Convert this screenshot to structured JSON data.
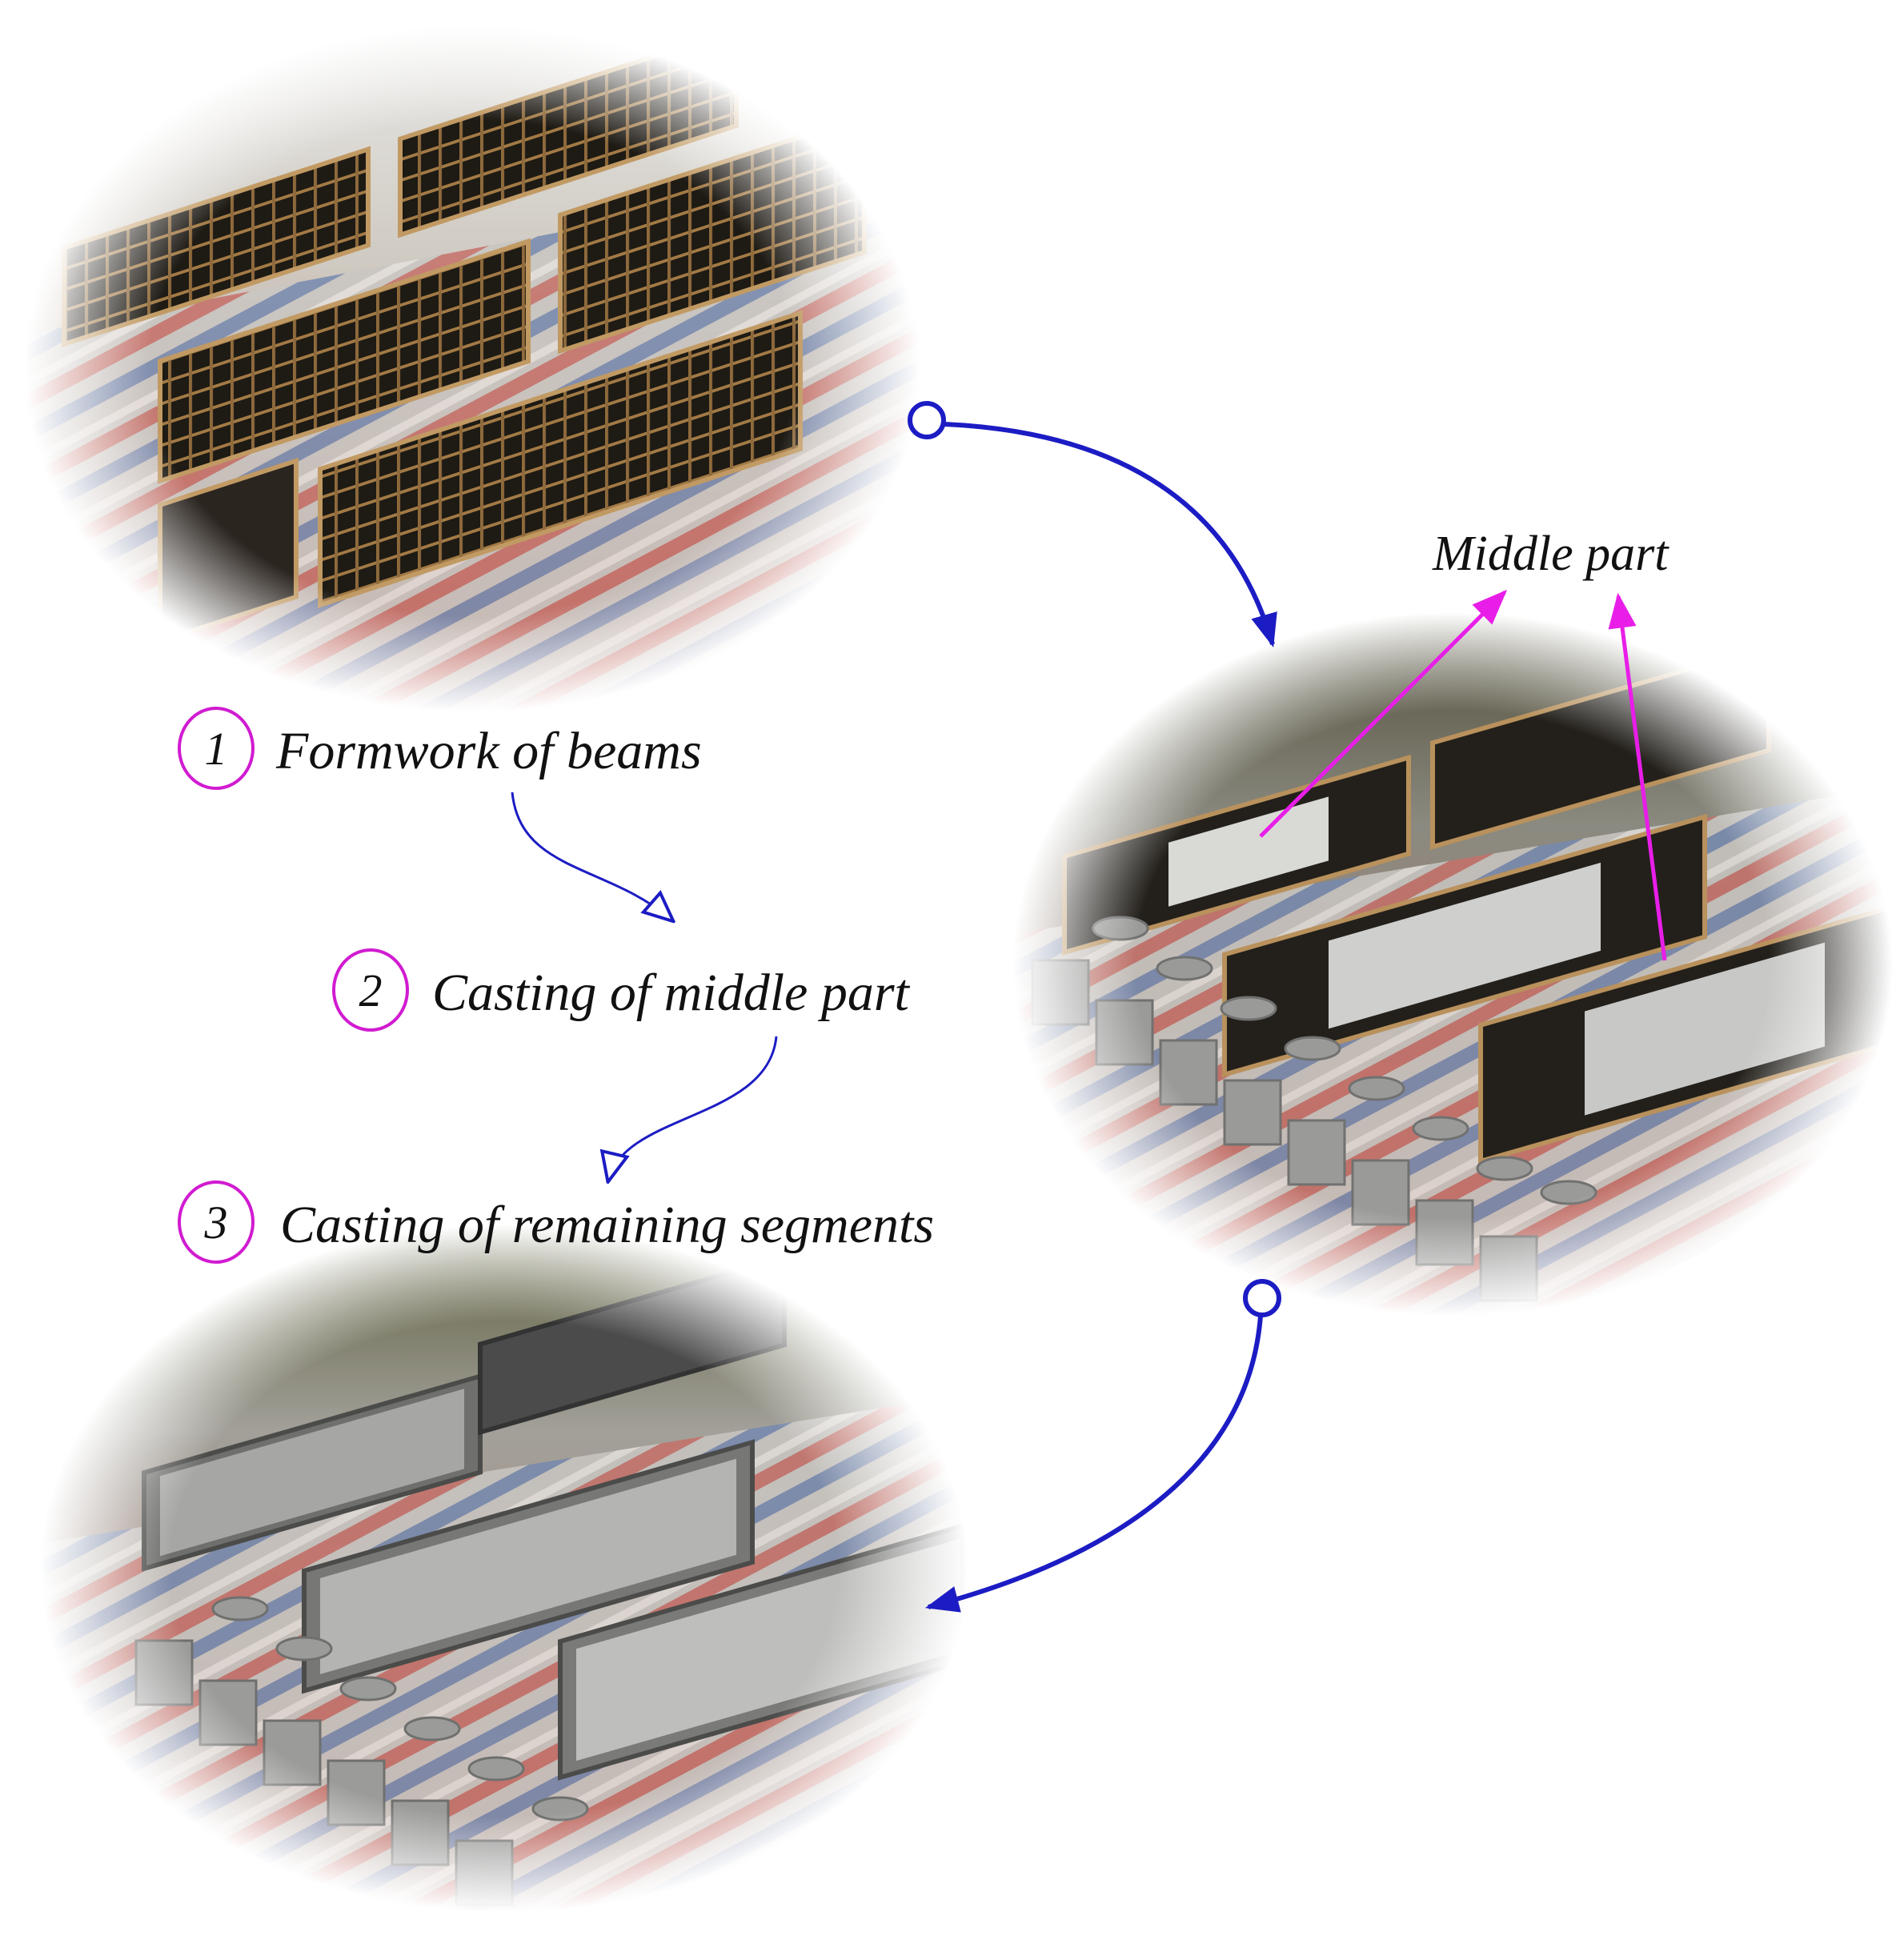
{
  "steps": [
    {
      "number": "1",
      "label": "Formwork of beams"
    },
    {
      "number": "2",
      "label": "Casting of middle part"
    },
    {
      "number": "3",
      "label": "Casting of remaining segments"
    }
  ],
  "annotation": {
    "label": "Middle part"
  },
  "colors": {
    "flow_arrow": "#1c1cc4",
    "step_circle": "#d11bd1",
    "annotation_arrow": "#e81ee8",
    "label_text": "#111111"
  },
  "photos": [
    {
      "subject": "steel reinforcement cages in wooden formwork boxes on tarpaulin"
    },
    {
      "subject": "formwork with cast middle part and concrete test cubes and cylinders"
    },
    {
      "subject": "fully cast concrete beams with test specimens"
    }
  ]
}
